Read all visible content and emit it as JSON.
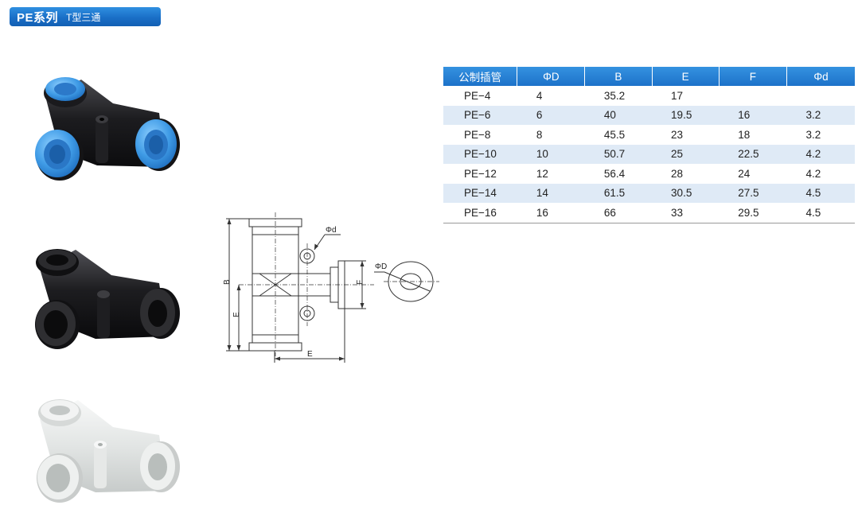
{
  "header": {
    "series": "PE系列",
    "subtitle": "T型三通"
  },
  "photos": [
    {
      "variant": "blue",
      "body_color": "#1f1f22",
      "collar_color": "#4fa9ee"
    },
    {
      "variant": "black",
      "body_color": "#1b1b1d",
      "collar_color": "#1b1b1d"
    },
    {
      "variant": "white",
      "body_color": "#e4e7e6",
      "collar_color": "#eef0ef"
    }
  ],
  "drawing": {
    "labels": {
      "phi_d": "Φd",
      "phi_D": "ΦD",
      "B": "B",
      "E_vertical": "E",
      "E_horizontal": "E",
      "F": "F"
    }
  },
  "table": {
    "headers": [
      "公制插管",
      "ΦD",
      "B",
      "E",
      "F",
      "Φd"
    ],
    "rows": [
      [
        "PE−4",
        "4",
        "35.2",
        "17",
        "",
        ""
      ],
      [
        "PE−6",
        "6",
        "40",
        "19.5",
        "16",
        "3.2"
      ],
      [
        "PE−8",
        "8",
        "45.5",
        "23",
        "18",
        "3.2"
      ],
      [
        "PE−10",
        "10",
        "50.7",
        "25",
        "22.5",
        "4.2"
      ],
      [
        "PE−12",
        "12",
        "56.4",
        "28",
        "24",
        "4.2"
      ],
      [
        "PE−14",
        "14",
        "61.5",
        "30.5",
        "27.5",
        "4.5"
      ],
      [
        "PE−16",
        "16",
        "66",
        "33",
        "29.5",
        "4.5"
      ]
    ]
  },
  "colors": {
    "header_blue": "#1c72c9",
    "row_stripe": "#dfeaf6"
  }
}
